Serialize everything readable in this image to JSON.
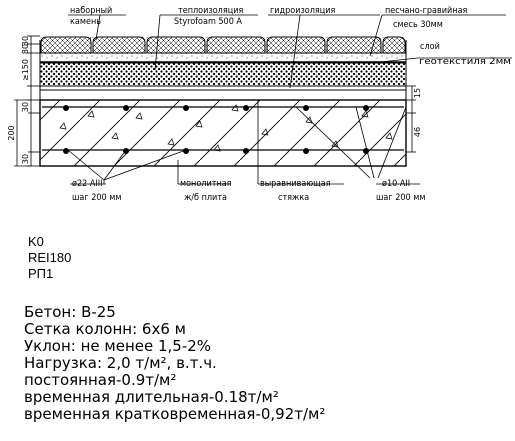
{
  "labels": {
    "nabornyi_1": "наборный",
    "nabornyi_2": "камень",
    "teploizolyaciya_1": "теплоизоляция",
    "teploizolyaciya_2": "Styrofoam 500 A",
    "gidroizolyaciya": "гидроизоляция",
    "pesok_1": "песчано-гравийная",
    "pesok_2": "смесь 30мм",
    "sloi_1": "слой",
    "sloi_2": "геотекстиля 2мм",
    "armatura_left_1": "ø22 AIII",
    "armatura_left_2": "шаг 200 мм",
    "plita_1": "монолитная",
    "plita_2": "ж/б плита",
    "styazhka_1": "выравнивающая",
    "styazhka_2": "стяжка",
    "armatura_right_1": "ø10 AII",
    "armatura_right_2": "шаг 200 мм"
  },
  "dimensions": {
    "left_30_top": "30",
    "left_80": "80",
    "left_150": "≥150",
    "left_30_mid": "30",
    "left_200": "200",
    "left_30_bot": "30",
    "right_15": "15",
    "right_46": "46"
  },
  "codes": [
    "K0",
    "REI180",
    "РП1"
  ],
  "specs": [
    "Бетон: B-25",
    "Сетка колонн: 6х6 м",
    "Уклон: не менее 1,5-2%",
    "Нагрузка: 2,0 т/м², в.т.ч.",
    "постоянная-0.9т/м²",
    "временная длительная-0.18т/м²",
    "временная кратковременная-0,92т/м²"
  ],
  "colors": {
    "line": "#000000",
    "background": "#ffffff"
  }
}
